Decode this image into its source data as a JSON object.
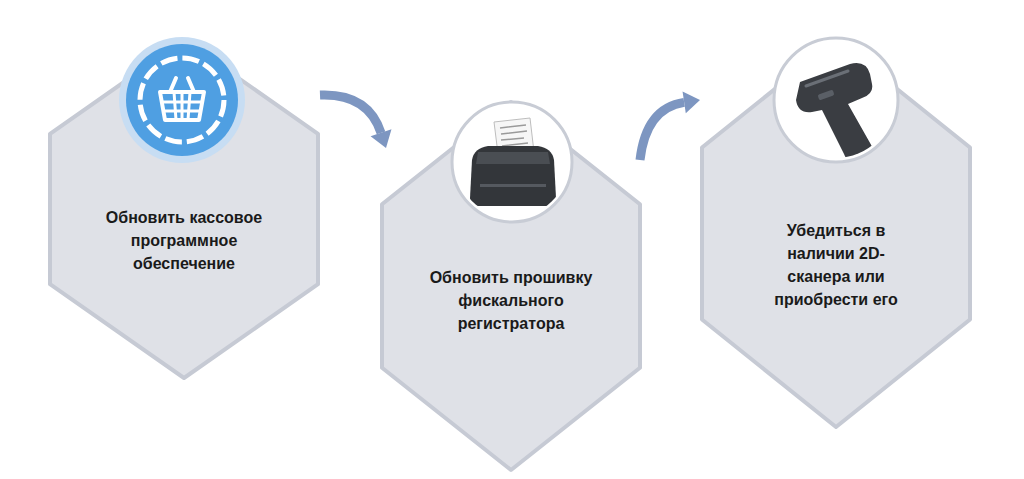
{
  "diagram": {
    "nodes": [
      {
        "text": [
          "Обновить кассовое программное обеспечение"
        ]
      },
      {
        "text": [
          "Обновить прошивку фискального регистратора"
        ]
      },
      {
        "text": [
          "Убедиться в наличии 2D-сканера или приобрести его"
        ]
      }
    ],
    "edges": [
      {
        "from": 0,
        "to": 1,
        "arrow": "to"
      },
      {
        "from": 1,
        "to": 2,
        "arrow": "to"
      }
    ]
  }
}
